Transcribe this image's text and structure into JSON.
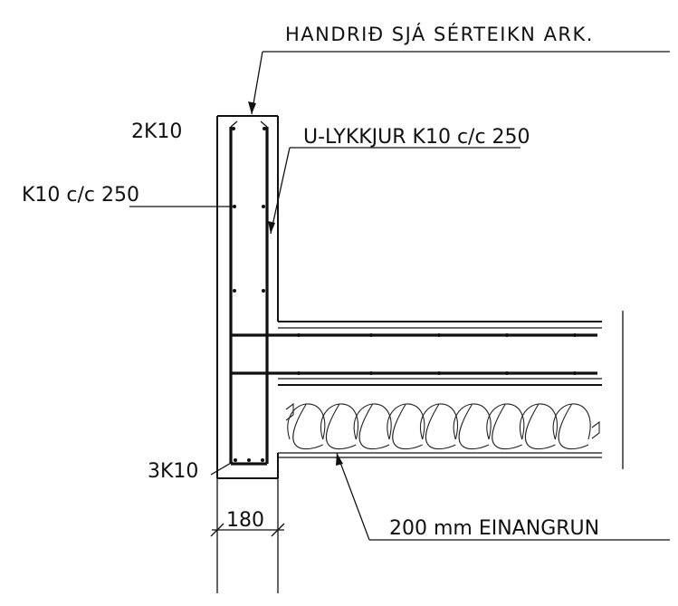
{
  "labels": {
    "railing_note": "HANDRIÐ SJÁ SÉRTEIKN ARK.",
    "top_bars": "2K10",
    "u_loops": "U-LYKKJUR K10 c/c 250",
    "wall_bars": "K10 c/c 250",
    "bottom_bars": "3K10",
    "wall_thickness": "180",
    "insulation": "200 mm EINANGRUN"
  },
  "colors": {
    "line": "#111111",
    "background": "#ffffff"
  }
}
